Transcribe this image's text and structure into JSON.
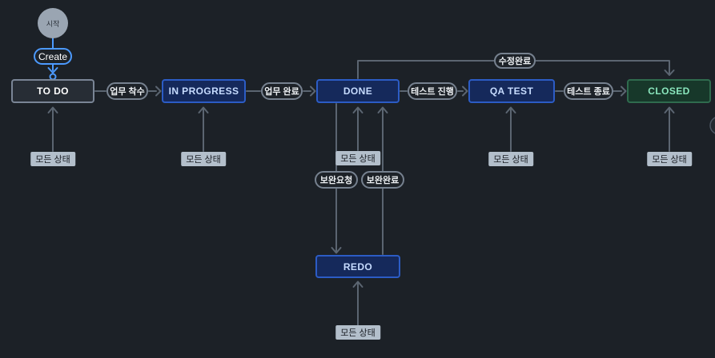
{
  "diagram": {
    "start": {
      "label": "시작"
    },
    "create": {
      "label": "Create"
    },
    "statuses": [
      {
        "label": "TO DO",
        "style": "gray"
      },
      {
        "label": "IN PROGRESS",
        "style": "blue"
      },
      {
        "label": "DONE",
        "style": "blue"
      },
      {
        "label": "QA TEST",
        "style": "blue"
      },
      {
        "label": "CLOSED",
        "style": "green"
      },
      {
        "label": "REDO",
        "style": "blue"
      }
    ],
    "transitions": [
      {
        "label": "업무 착수",
        "from": "TO DO",
        "to": "IN PROGRESS"
      },
      {
        "label": "업무 완료",
        "from": "IN PROGRESS",
        "to": "DONE"
      },
      {
        "label": "테스트 진행",
        "from": "DONE",
        "to": "QA TEST"
      },
      {
        "label": "테스트 종료",
        "from": "QA TEST",
        "to": "CLOSED"
      },
      {
        "label": "수정완료",
        "from": "DONE",
        "to": "CLOSED"
      },
      {
        "label": "보완요청",
        "from": "DONE",
        "to": "REDO"
      },
      {
        "label": "보완완료",
        "from": "REDO",
        "to": "DONE"
      }
    ],
    "global_transition_label": "모든 상태",
    "colors": {
      "background": "#1C2127",
      "edge_gray": "#5B6571",
      "accent_blue": "#4C9AFF",
      "status_gray_bg": "#272D35",
      "status_gray_border": "#7A8596",
      "status_blue_bg": "#15295B",
      "status_blue_border": "#2C5CC5",
      "status_blue_text": "#C7DCFF",
      "status_green_bg": "#17382A",
      "status_green_border": "#2F6B4E",
      "status_green_text": "#8AE6BD",
      "global_label_bg": "#B3BFCB",
      "start_circle_bg": "#9AA5B2"
    }
  }
}
